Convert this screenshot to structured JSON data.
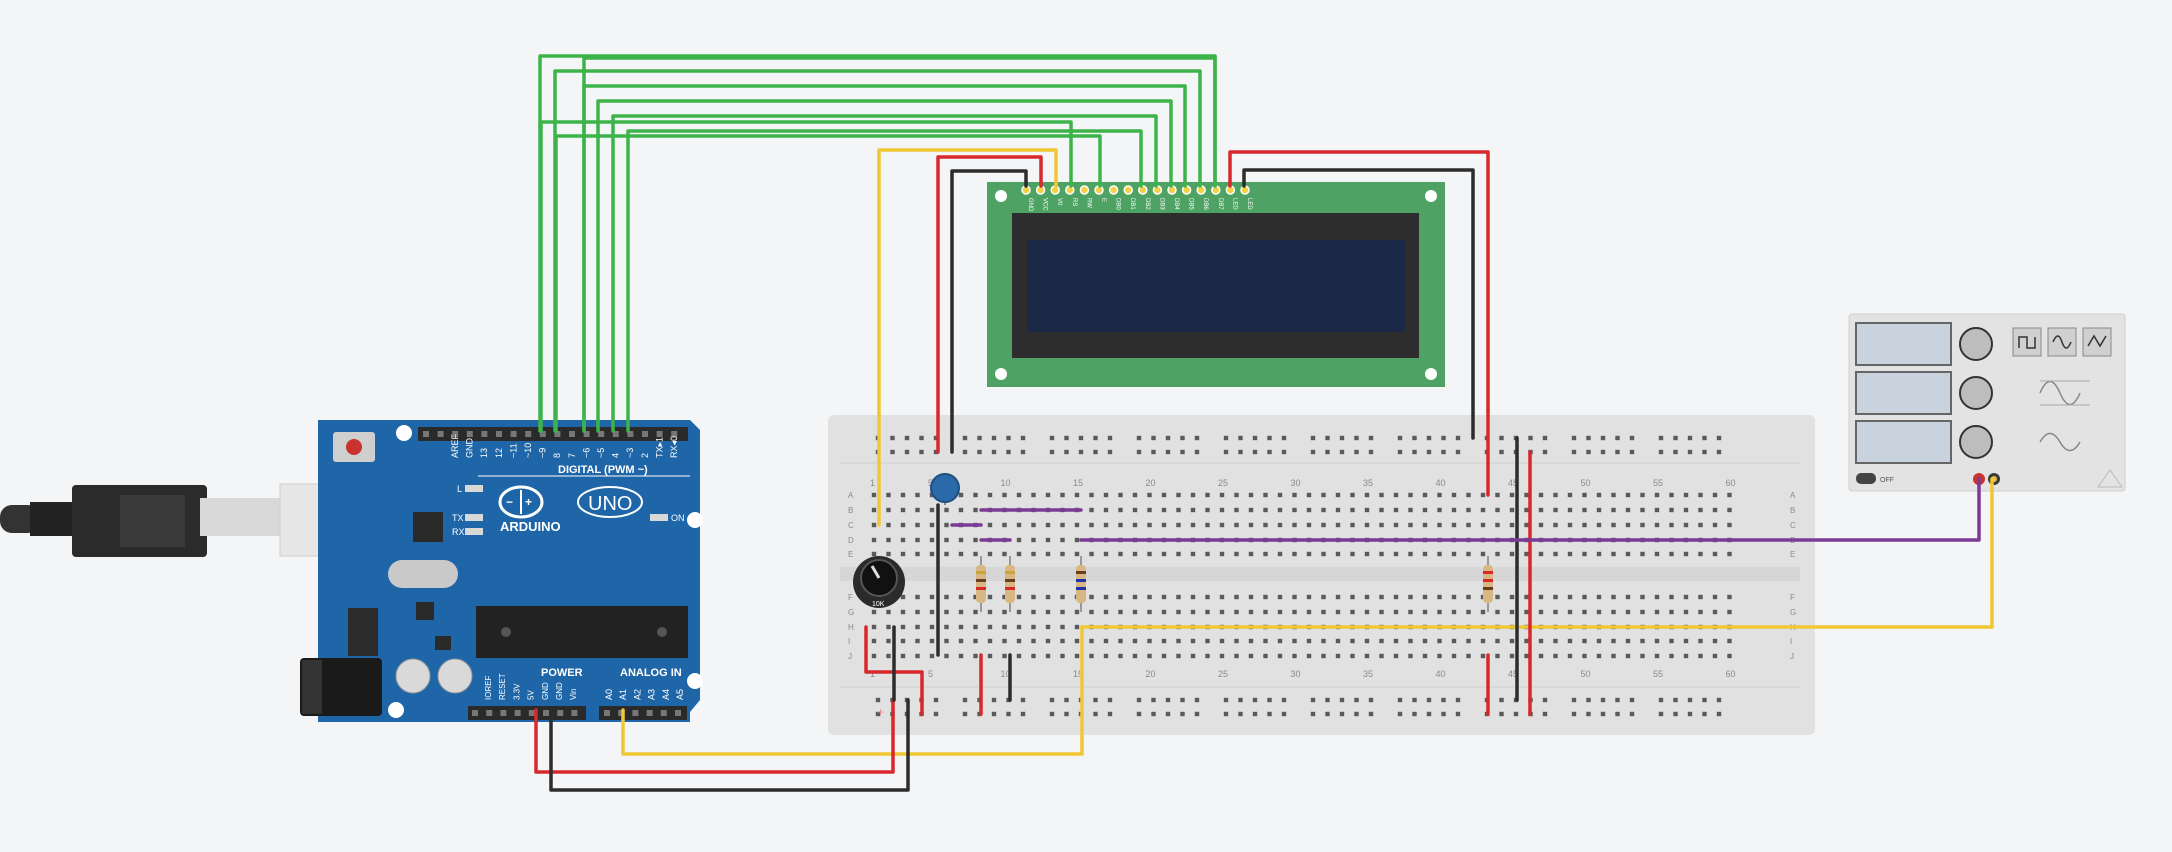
{
  "arduino": {
    "brand": "ARDUINO",
    "model": "UNO",
    "digital_header": "DIGITAL (PWM ~)",
    "power_header": "POWER",
    "analog_header": "ANALOG IN",
    "label_L": "L",
    "label_TX": "TX",
    "label_RX": "RX",
    "label_ON": "ON",
    "digital_pins": [
      "AREF",
      "GND",
      "13",
      "12",
      "~11",
      "~10",
      "~9",
      "8",
      "7",
      "~6",
      "~5",
      "4",
      "~3",
      "2",
      "TX▸1",
      "RX◂0"
    ],
    "power_pins": [
      "IOREF",
      "RESET",
      "3.3V",
      "5V",
      "GND",
      "GND",
      "Vin"
    ],
    "analog_pins": [
      "A0",
      "A1",
      "A2",
      "A3",
      "A4",
      "A5"
    ]
  },
  "lcd": {
    "pins": [
      "GND",
      "VCC",
      "V0",
      "RS",
      "RW",
      "E",
      "DB0",
      "DB1",
      "DB2",
      "DB3",
      "DB4",
      "DB5",
      "DB6",
      "DB7",
      "LED",
      "LED"
    ]
  },
  "breadboard": {
    "column_numbers": [
      "1",
      "5",
      "10",
      "15",
      "20",
      "25",
      "30",
      "35",
      "40",
      "45",
      "50",
      "55",
      "60"
    ],
    "rows_top": [
      "A",
      "B",
      "C",
      "D",
      "E"
    ],
    "rows_bottom": [
      "F",
      "G",
      "H",
      "I",
      "J"
    ],
    "rail_plus": "+",
    "rail_minus": "-"
  },
  "potentiometer": {
    "value": "10K"
  },
  "function_generator": {
    "power": "OFF"
  },
  "colors": {
    "background": "#f3f5f7",
    "wire_green": "#3db34a",
    "wire_red": "#d8282b",
    "wire_black": "#2c2c2c",
    "wire_yellow": "#f1c734",
    "wire_purple": "#7a3a95",
    "arduino_blue": "#1f66a8",
    "lcd_green": "#4ea364",
    "lcd_screen": "#1b2846",
    "breadboard": "#e1e1e1"
  }
}
